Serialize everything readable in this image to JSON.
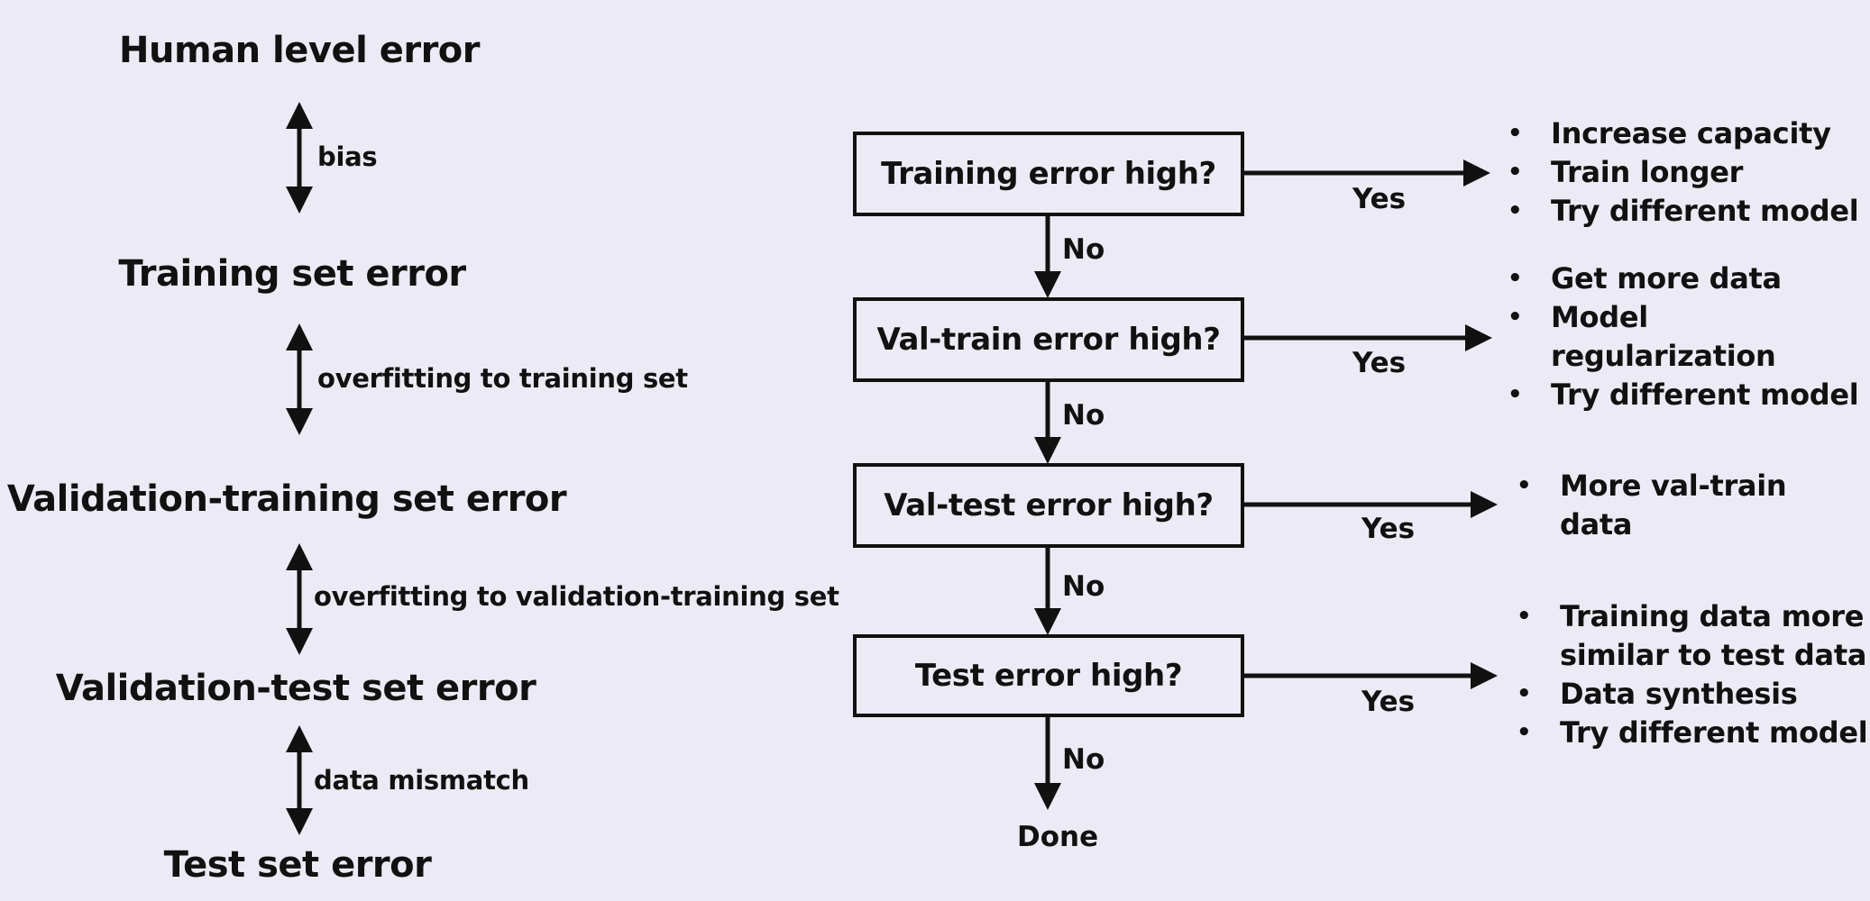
{
  "error_levels": [
    "Human level error",
    "Training set error",
    "Validation-training set error",
    "Validation-test set error",
    "Test set error"
  ],
  "gaps": [
    "bias",
    "overfitting to training set",
    "overfitting to validation-training set",
    "data mismatch"
  ],
  "decisions": [
    {
      "question": "Training error high?",
      "yes_label": "Yes",
      "no_label": "No",
      "actions": [
        "Increase capacity",
        "Train longer",
        "Try different model"
      ]
    },
    {
      "question": "Val-train error high?",
      "yes_label": "Yes",
      "no_label": "No",
      "actions": [
        "Get more data",
        "Model",
        "regularization",
        "Try different model"
      ]
    },
    {
      "question": "Val-test error high?",
      "yes_label": "Yes",
      "no_label": "No",
      "actions": [
        "More val-train",
        "data"
      ]
    },
    {
      "question": "Test error high?",
      "yes_label": "Yes",
      "no_label": "No",
      "actions": [
        "Training data more",
        "similar to test data",
        "Data synthesis",
        "Try different model"
      ]
    }
  ],
  "done_label": "Done",
  "colors": {
    "background": "#ecebf5",
    "ink": "#111111"
  }
}
